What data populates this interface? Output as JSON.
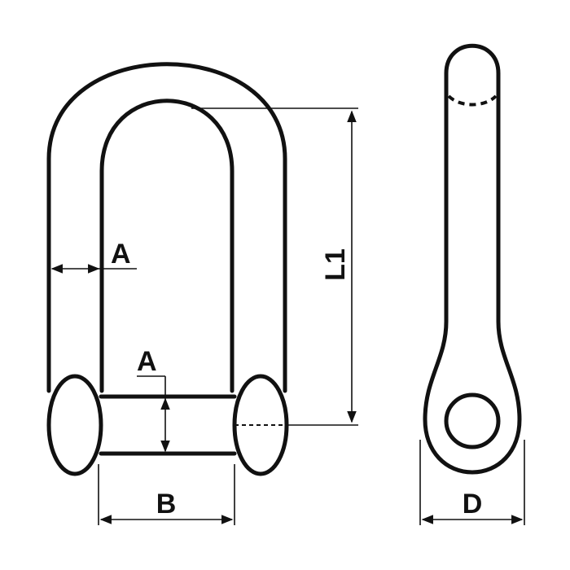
{
  "labels": {
    "thickness_top": "A",
    "thickness_pin": "A",
    "inner_length": "L1",
    "inner_width": "B",
    "side_width": "D"
  },
  "colors": {
    "line": "#111111",
    "background": "#ffffff"
  }
}
